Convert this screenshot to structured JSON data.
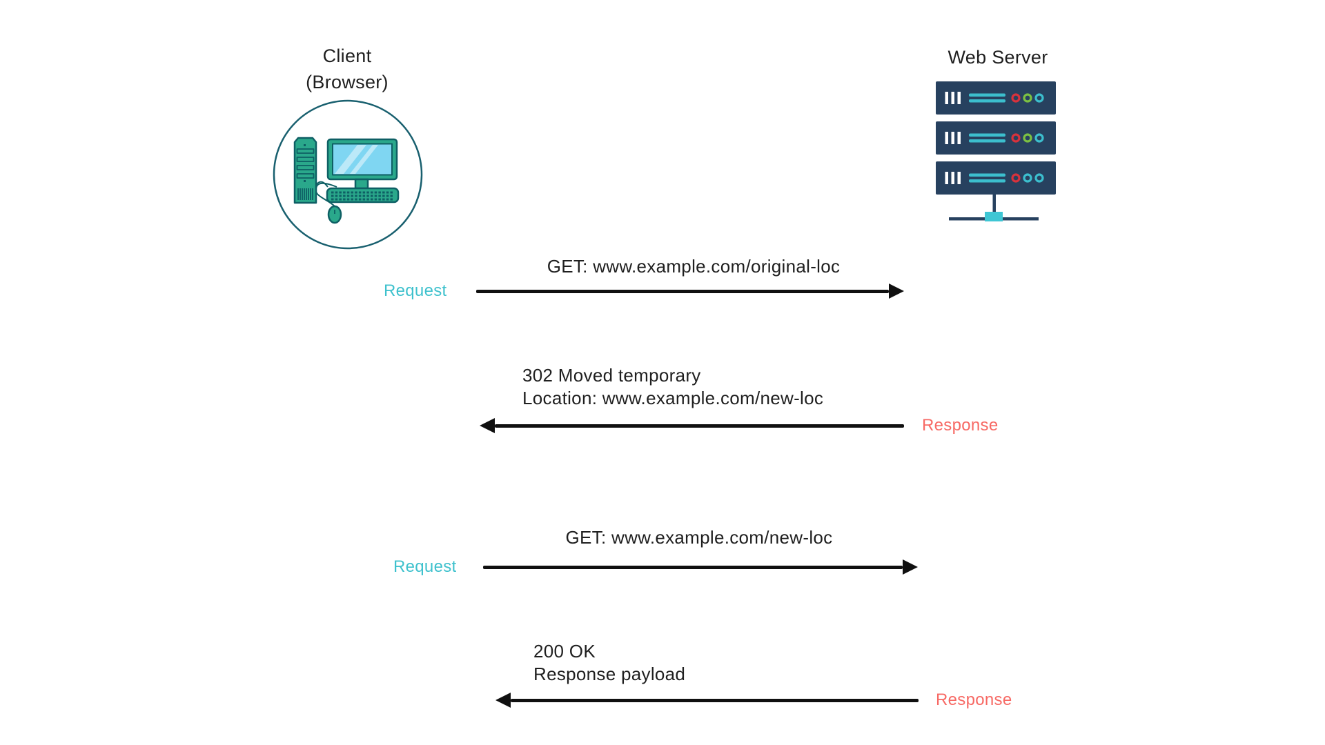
{
  "client": {
    "title_line1": "Client",
    "title_line2": "(Browser)",
    "icon": "desktop-computer-icon"
  },
  "server": {
    "title": "Web Server",
    "icon": "server-rack-icon"
  },
  "messages": [
    {
      "direction": "right",
      "kind": "request",
      "side_label": "Request",
      "lines": [
        "GET: www.example.com/original-loc"
      ]
    },
    {
      "direction": "left",
      "kind": "response",
      "side_label": "Response",
      "lines": [
        "302 Moved temporary",
        "Location: www.example.com/new-loc"
      ]
    },
    {
      "direction": "right",
      "kind": "request",
      "side_label": "Request",
      "lines": [
        "GET: www.example.com/new-loc"
      ]
    },
    {
      "direction": "left",
      "kind": "response",
      "side_label": "Response",
      "lines": [
        "200 OK",
        "Response payload"
      ]
    }
  ],
  "colors": {
    "background": "#ffffff",
    "text": "#1f1f1f",
    "arrow": "#101010",
    "request_label": "#3ec1cd",
    "response_label": "#f76964",
    "server_rack_navy": "#27415f",
    "server_accent_teal": "#3cbfce",
    "server_led_red": "#d8323c",
    "server_led_green": "#7cc142",
    "server_connector_teal": "#3ec6d4",
    "client_icon_green": "#2aa88b",
    "client_icon_outline": "#0e5f64",
    "client_circle_outline": "#19606f",
    "client_screen_blue": "#7fd6f2"
  }
}
